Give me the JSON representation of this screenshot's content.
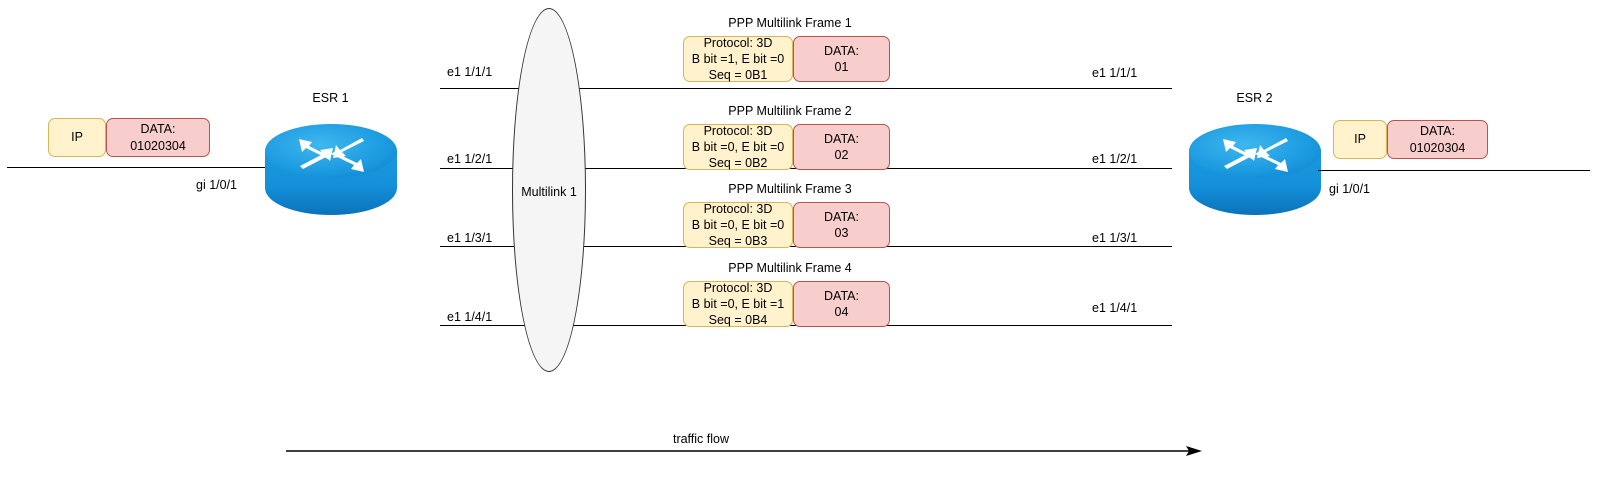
{
  "diagram": {
    "title_left_router": "ESR 1",
    "title_right_router": "ESR 2",
    "multilink_label": "Multilink 1",
    "traffic_flow_label": "traffic flow",
    "left_access_interface": "gi 1/0/1",
    "right_access_interface": "gi 1/0/1",
    "left_packet": {
      "header": "IP",
      "payload": "DATA:\n01020304"
    },
    "right_packet": {
      "header": "IP",
      "payload": "DATA:\n01020304"
    },
    "links": [
      {
        "left_interface": "e1 1/1/1",
        "right_interface": "e1 1/1/1",
        "frame_title": "PPP Multilink Frame 1",
        "frame_header": "Protocol: 3D\nB bit =1, E bit =0\nSeq = 0B1",
        "frame_payload": "DATA:\n01"
      },
      {
        "left_interface": "e1 1/2/1",
        "right_interface": "e1 1/2/1",
        "frame_title": "PPP Multilink Frame 2",
        "frame_header": "Protocol: 3D\nB bit =0, E bit =0\nSeq = 0B2",
        "frame_payload": "DATA:\n02"
      },
      {
        "left_interface": "e1 1/3/1",
        "right_interface": "e1 1/3/1",
        "frame_title": "PPP Multilink Frame 3",
        "frame_header": "Protocol: 3D\nB bit =0, E bit =0\nSeq = 0B3",
        "frame_payload": "DATA:\n03"
      },
      {
        "left_interface": "e1 1/4/1",
        "right_interface": "e1 1/4/1",
        "frame_title": "PPP Multilink Frame 4",
        "frame_header": "Protocol: 3D\nB bit =0, E bit =1\nSeq = 0B4",
        "frame_payload": "DATA:\n04"
      }
    ],
    "colors": {
      "header_fill": "#fff2cc",
      "header_stroke": "#d6b656",
      "payload_fill": "#f8cecc",
      "payload_stroke": "#b85450",
      "router_body": "#1b9ae0",
      "router_body_dark": "#0d7ac0",
      "ellipse_fill": "#f5f5f5",
      "ellipse_stroke": "#333333",
      "line": "#000000"
    }
  }
}
